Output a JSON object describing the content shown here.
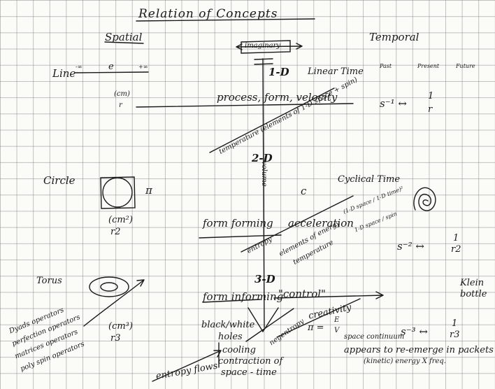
{
  "title": "Relation of Concepts",
  "columns": {
    "spatial": "Spatial",
    "temporal": "Temporal"
  },
  "axis": {
    "imaginary": "imaginary",
    "vertical_label": "volume"
  },
  "row1": {
    "line": "Line",
    "minus_inf": "-∞",
    "e": "e",
    "plus_inf": "+∞",
    "cm": "(cm)",
    "r": "r",
    "dim": "1-D",
    "linear_time": "Linear Time",
    "past": "Past",
    "present": "Present",
    "future": "Future",
    "process": "process, form, velocity",
    "s_inv": "s⁻¹ ↔",
    "s_frac_num": "1",
    "s_frac_den": "r",
    "temperature": "temperature (elements of 1-D space + spin)"
  },
  "row2": {
    "circle": "Circle",
    "pi": "π",
    "cm2": "(cm²)",
    "r2": "r2",
    "dim": "2-D",
    "c": "c",
    "cyclical_time": "Cyclical Time",
    "form_forming": "form forming",
    "acceleration": "acceleration",
    "accel_frac_num": "(1-D space / 1-D time)²",
    "accel_frac_den": "1-D space / spin",
    "entropy": "entropy",
    "elements_energy": "elements of energy",
    "temperature": "temperature",
    "s_inv2": "s⁻² ↔",
    "s_frac_num": "1",
    "s_frac_den": "r2"
  },
  "row3": {
    "torus": "Torus",
    "cm3": "(cm³)",
    "r3": "r3",
    "dim": "3-D",
    "form_informing": "form informing",
    "control": "\"control\"",
    "klein_1": "Klein",
    "klein_2": "bottle",
    "dyads": [
      "Dyads operators",
      "perfection operators",
      "matrices operators",
      "poly spin operators"
    ],
    "creativity": "creativity",
    "pi_eq": "π =",
    "e_over_v_num": "E",
    "e_over_v_den": "V",
    "black_white": "black/white",
    "holes": "holes",
    "cooling": "cooling",
    "negentropy": "negentropy",
    "s_inv3": "s⁻³ ↔",
    "s_frac_num": "1",
    "s_frac_den": "r3",
    "space_cont": "space continuum",
    "appears": "appears to re-emerge in packets",
    "kinetic": "(kinetic) energy X freq.",
    "entropy_flows": "entropy flows",
    "contraction": "contraction of",
    "space_time": "space - time"
  }
}
